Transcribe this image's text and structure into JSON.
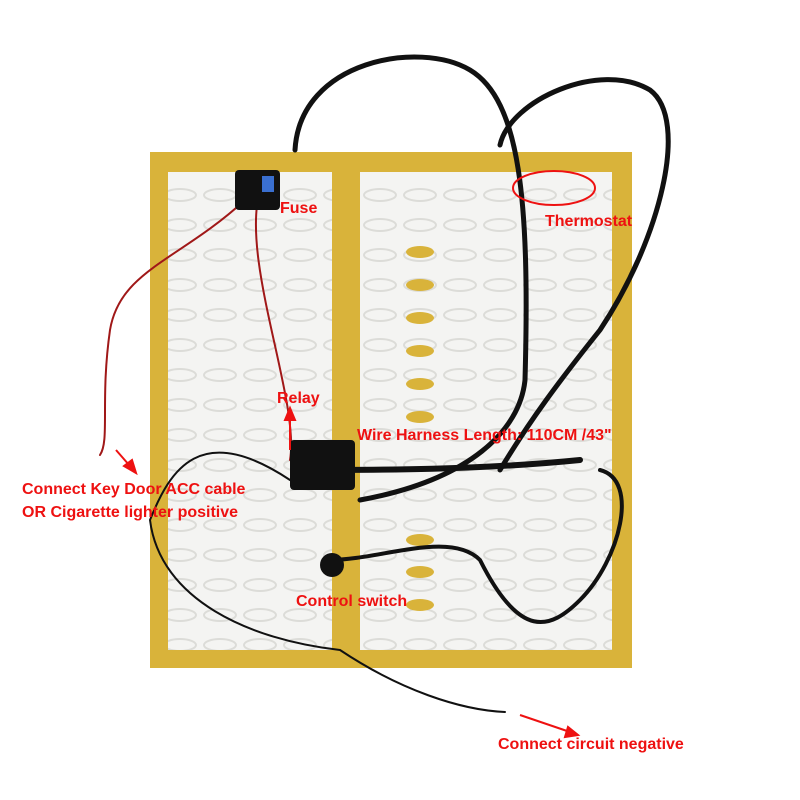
{
  "labels": {
    "fuse": "Fuse",
    "thermostat": "Thermostat",
    "relay": "Relay",
    "wire_harness": "Wire Harness Length: 110CM  /43\"",
    "acc_line1": "Connect Key Door ACC cable",
    "acc_line2": "OR Cigarette lighter positive",
    "control_switch": "Control switch",
    "negative": "Connect circuit negative"
  },
  "colors": {
    "annotation": "#ee1111",
    "pad_border": "#d9b33a",
    "pad_fill": "#f4f4f2",
    "wire": "#111111"
  }
}
